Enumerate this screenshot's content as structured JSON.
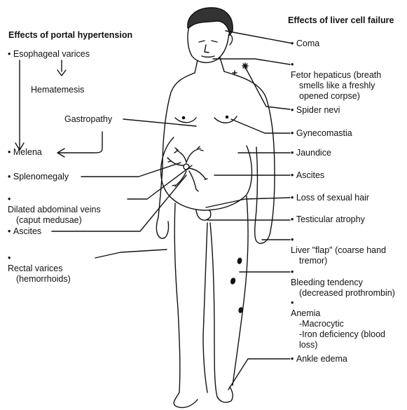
{
  "portal": {
    "heading": "Effects of portal hypertension",
    "esophageal_varices": "Esophageal varices",
    "hematemesis": "Hematemesis",
    "gastropathy": "Gastropathy",
    "melena": "Melena",
    "splenomegaly": "Splenomegaly",
    "dilated_veins": "Dilated abdominal veins",
    "caput_medusae": "(caput medusae)",
    "ascites": "Ascites",
    "rectal_varices": "Rectal varices",
    "hemorrhoids": "(hemorrhoids)"
  },
  "liver": {
    "heading": "Effects of liver cell failure",
    "coma": "Coma",
    "fetor_line1": "Fetor hepaticus (breath",
    "fetor_line2": "smells like a freshly",
    "fetor_line3": "opened corpse)",
    "spider_nevi": "Spider nevi",
    "gynecomastia": "Gynecomastia",
    "jaundice": "Jaundice",
    "ascites": "Ascites",
    "sexual_hair": "Loss of sexual hair",
    "testicular_atrophy": "Testicular atrophy",
    "flap_line1": "Liver \"flap\" (coarse hand",
    "flap_line2": "tremor)",
    "bleeding_line1": "Bleeding tendency",
    "bleeding_line2": "(decreased prothrombin)",
    "anemia": "Anemia",
    "macrocytic": "-Macrocytic",
    "iron_line1": "-Iron deficiency (blood",
    "iron_line2": "loss)",
    "ankle_edema": "Ankle edema"
  }
}
